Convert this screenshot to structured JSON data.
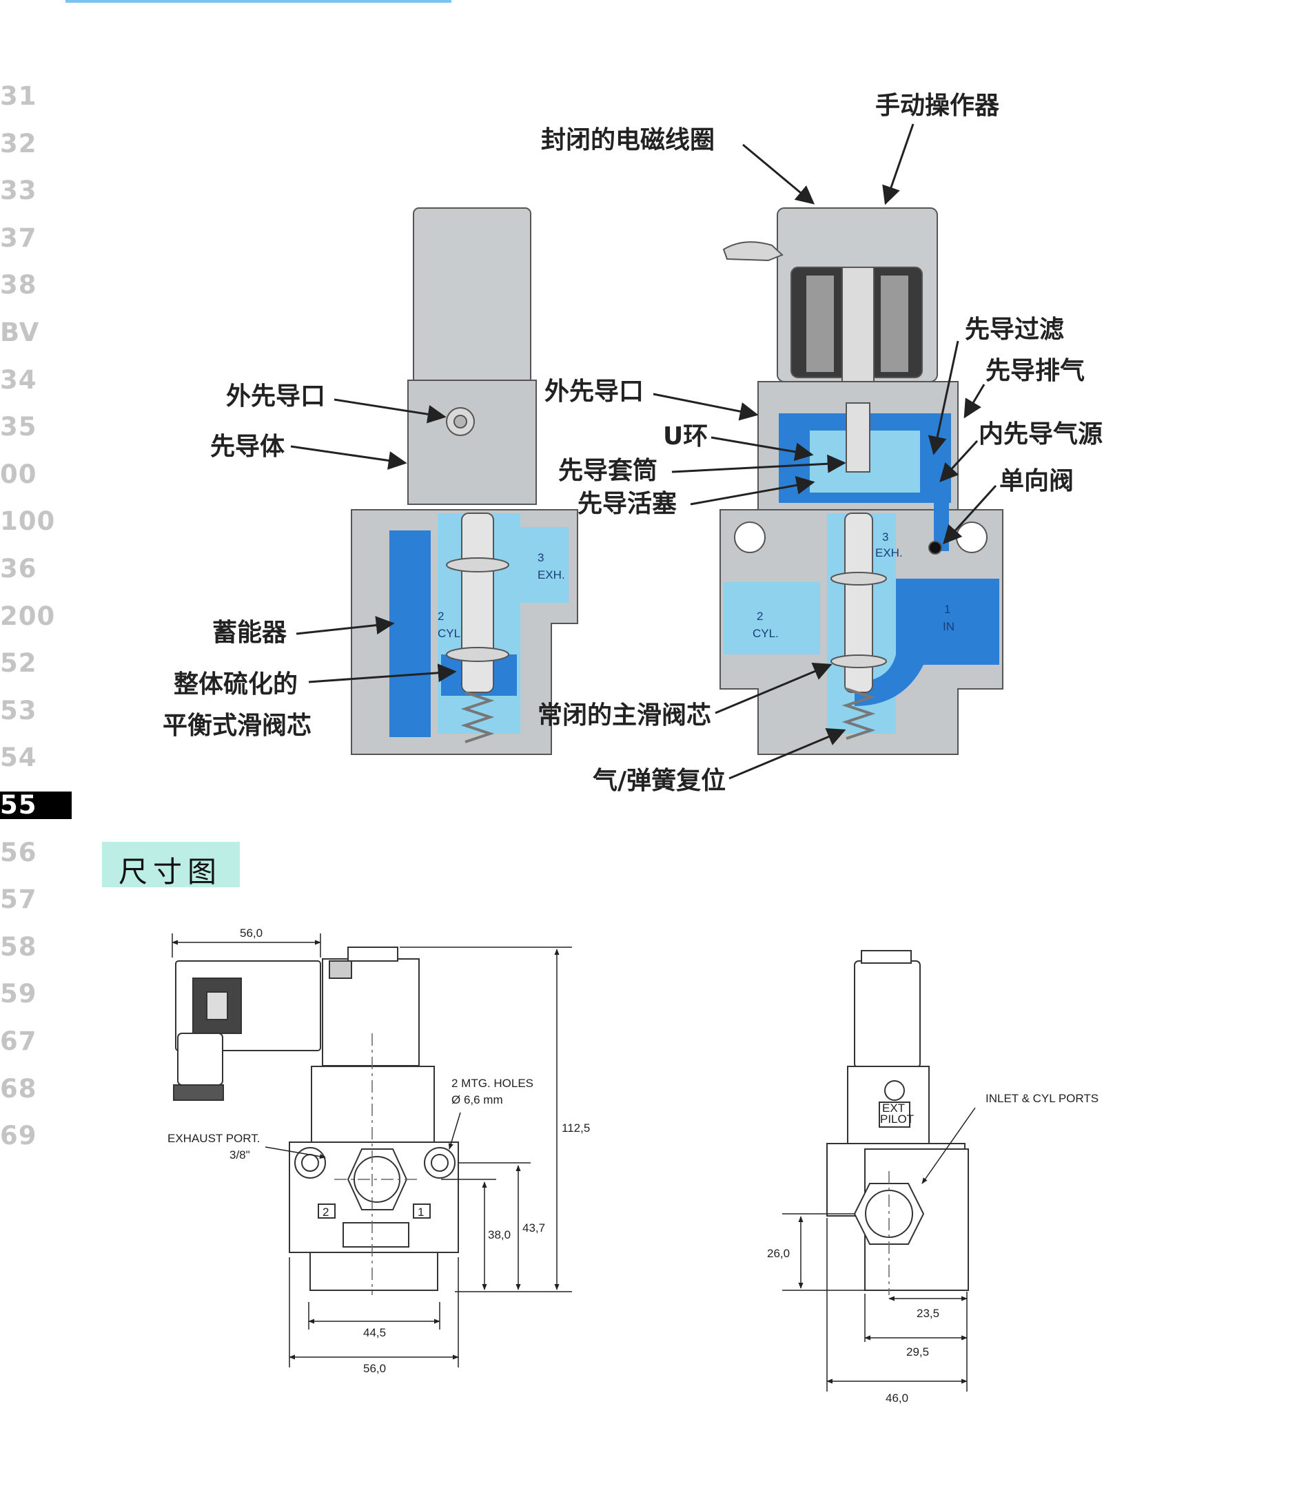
{
  "side_index": [
    {
      "label": "31",
      "active": false
    },
    {
      "label": "32",
      "active": false
    },
    {
      "label": "33",
      "active": false
    },
    {
      "label": "37",
      "active": false
    },
    {
      "label": "38",
      "active": false
    },
    {
      "label": "BV",
      "active": false
    },
    {
      "label": "34",
      "active": false
    },
    {
      "label": "35",
      "active": false
    },
    {
      "label": "00",
      "active": false
    },
    {
      "label": "100",
      "active": false
    },
    {
      "label": "36",
      "active": false
    },
    {
      "label": "200",
      "active": false
    },
    {
      "label": "52",
      "active": false
    },
    {
      "label": "53",
      "active": false
    },
    {
      "label": "54",
      "active": false
    },
    {
      "label": "55",
      "active": true
    },
    {
      "label": "56",
      "active": false
    },
    {
      "label": "57",
      "active": false
    },
    {
      "label": "58",
      "active": false
    },
    {
      "label": "59",
      "active": false
    },
    {
      "label": "67",
      "active": false
    },
    {
      "label": "68",
      "active": false
    },
    {
      "label": "69",
      "active": false
    }
  ],
  "callouts": {
    "manual_operator": "手动操作器",
    "sealed_solenoid": "封闭的电磁线圈",
    "ext_pilot_port_left": "外先导口",
    "pilot_body": "先导体",
    "ext_pilot_port_right": "外先导口",
    "pilot_filter": "先导过滤",
    "pilot_exhaust": "先导排气",
    "internal_pilot_source": "内先导气源",
    "u_ring": "U环",
    "pilot_sleeve": "先导套筒",
    "pilot_piston": "先导活塞",
    "check_valve": "单向阀",
    "accumulator": "蓄能器",
    "bonded_line1": "整体硫化的",
    "bonded_line2": "平衡式滑阀芯",
    "nc_main_spool": "常闭的主滑阀芯",
    "air_spring_return": "气/弹簧复位"
  },
  "ports": {
    "exh3_num": "3",
    "exh3_txt": "EXH.",
    "cyl2_num": "2",
    "cyl2_txt": "CYL",
    "cyl2b_txt": "CYL.",
    "in1_num": "1",
    "in1_txt": "IN"
  },
  "section_title": "尺寸图",
  "dimensions": {
    "d56_top": "56,0",
    "mtg_holes_1": "2 MTG. HOLES",
    "mtg_holes_2": "Ø 6,6 mm",
    "exhaust_1": "EXHAUST PORT.",
    "exhaust_2": "3/8\"",
    "d112": "112,5",
    "d38": "38,0",
    "d43": "43,7",
    "d44": "44,5",
    "d56_bottom": "56,0",
    "badge2": "2",
    "badge1": "1",
    "inlet_cyl": "INLET & CYL PORTS",
    "ext_pilot_1": "EXT",
    "ext_pilot_2": "PILOT",
    "d26": "26,0",
    "d23": "23,5",
    "d29": "29,5",
    "d46": "46,0"
  },
  "colors": {
    "body_gray": "#c7cacc",
    "dark_blue": "#2b7fd4",
    "light_blue": "#8ed2ee",
    "outline": "#555555",
    "active_index_bg": "#000000",
    "section_tab_bg": "#bdeee6"
  }
}
